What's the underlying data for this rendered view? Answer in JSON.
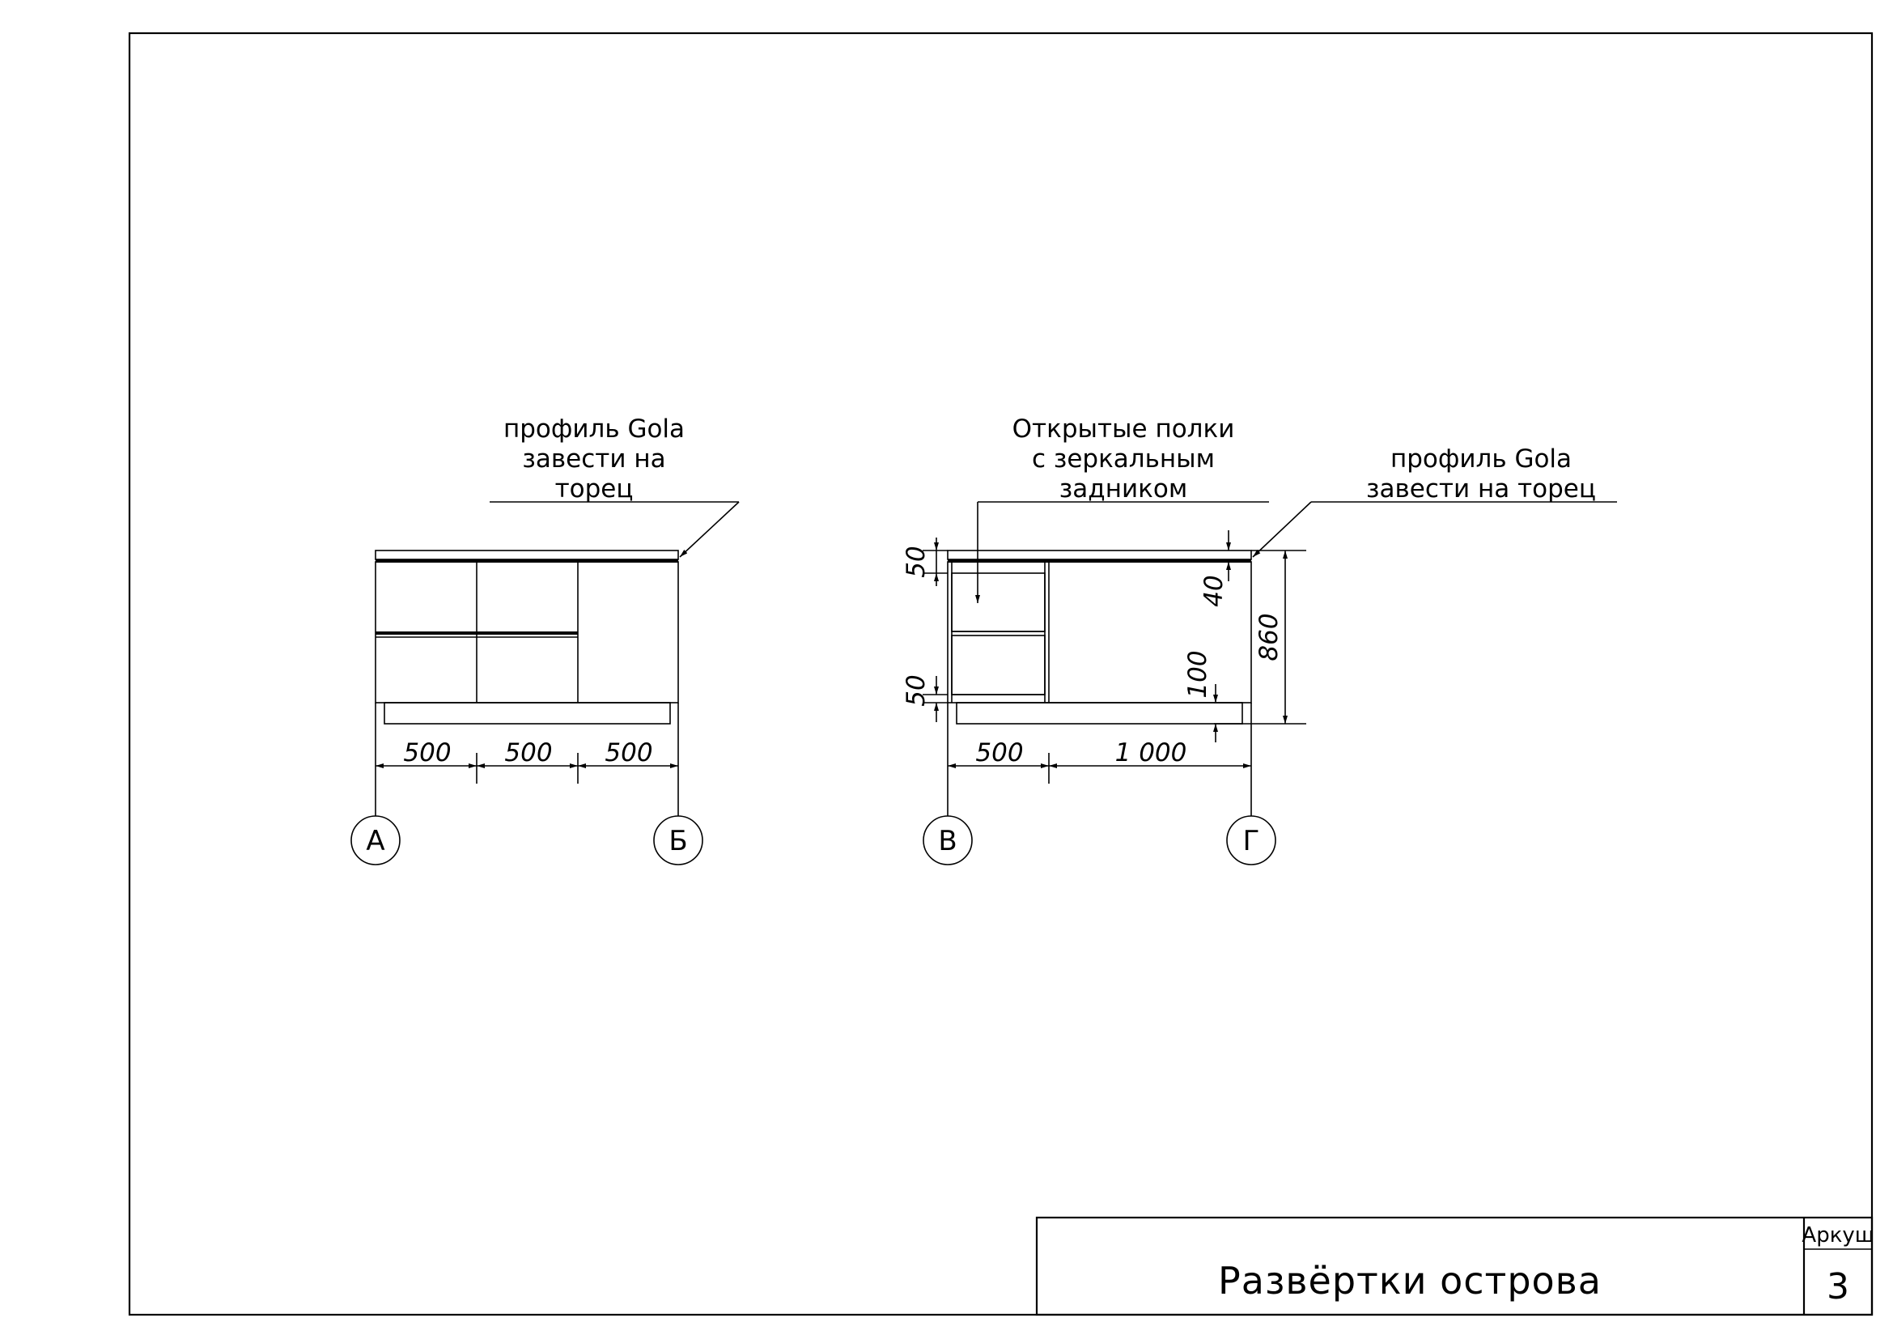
{
  "elevation_left": {
    "note_profile": [
      "профиль Gola",
      "завести на",
      "торец"
    ],
    "dims": [
      "500",
      "500",
      "500"
    ],
    "axes": [
      "А",
      "Б"
    ]
  },
  "elevation_right": {
    "note_shelves": [
      "Открытые полки",
      "с зеркальным",
      "задником"
    ],
    "note_profile": [
      "профиль Gola",
      "завести на торец"
    ],
    "dims_horizontal": [
      "500",
      "1 000"
    ],
    "dim_top_left": "50",
    "dim_bottom_left": "50",
    "dim_top_right": "40",
    "dim_plinth": "100",
    "dim_height": "860",
    "axes": [
      "В",
      "Г"
    ]
  },
  "title_block": {
    "title": "Развёртки острова",
    "sheet_label": "Аркуш",
    "sheet_number": "3"
  },
  "colors": {
    "shelf_fill": "#e6e6e6"
  }
}
